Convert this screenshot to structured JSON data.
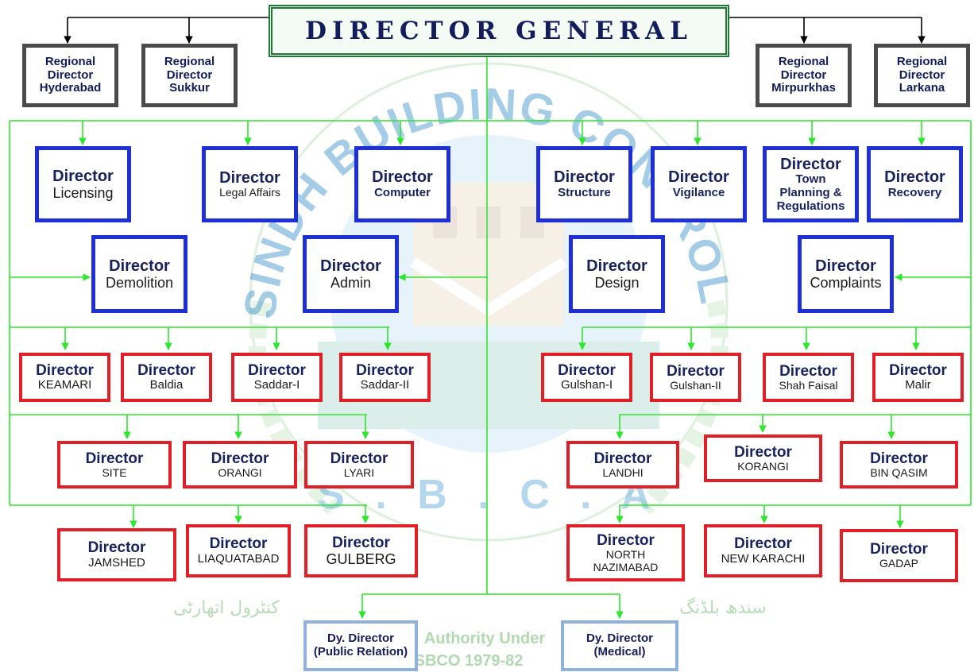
{
  "colors": {
    "connector": "#2ee62e",
    "top_connector": "#000000",
    "dg_border": "#1f7a35",
    "regional_border": "#4a4a4a",
    "core_border": "#1f2fd6",
    "zone_border": "#e11f27",
    "deputy_border": "#8fb1de"
  },
  "watermark": {
    "ring_text": "SINDH BUILDING CONTROL AUTHORITY",
    "initials": "S . B . C . A",
    "urdu_left": "کنٹرول اتھارٹی",
    "urdu_right": "سندھ بلڈنگ",
    "authority_line": "Authority Under",
    "year_line": "SBCO 1979-82"
  },
  "chart": {
    "head": "DIRECTOR GENERAL",
    "regional": [
      {
        "l1": "Regional",
        "l2": "Director",
        "l3": "Hyderabad"
      },
      {
        "l1": "Regional",
        "l2": "Director",
        "l3": "Sukkur"
      },
      {
        "l1": "Regional",
        "l2": "Director",
        "l3": "Mirpurkhas"
      },
      {
        "l1": "Regional",
        "l2": "Director",
        "l3": "Larkana"
      }
    ],
    "core": [
      {
        "a": "Director",
        "b": "Licensing"
      },
      {
        "a": "Director",
        "b": "Legal Affairs"
      },
      {
        "a": "Director",
        "b": "Computer"
      },
      {
        "a": "Director",
        "b": "Structure"
      },
      {
        "a": "Director",
        "b": "Vigilance"
      },
      {
        "a": "Director",
        "b1": "Town",
        "b2": "Planning &",
        "b3": "Regulations"
      },
      {
        "a": "Director",
        "b": "Recovery"
      },
      {
        "a": "Director",
        "b": "Demolition"
      },
      {
        "a": "Director",
        "b": "Admin"
      },
      {
        "a": "Director",
        "b": "Design"
      },
      {
        "a": "Director",
        "b": "Complaints"
      }
    ],
    "zones": [
      {
        "a": "Director",
        "b": "KEAMARI"
      },
      {
        "a": "Director",
        "b": "Baldia"
      },
      {
        "a": "Director",
        "b": "Saddar-I"
      },
      {
        "a": "Director",
        "b": "Saddar-II"
      },
      {
        "a": "Director",
        "b": "Gulshan-I"
      },
      {
        "a": "Director",
        "b": "Gulshan-II"
      },
      {
        "a": "Director",
        "b": "Shah Faisal"
      },
      {
        "a": "Director",
        "b": "Malir"
      },
      {
        "a": "Director",
        "b": "SITE"
      },
      {
        "a": "Director",
        "b": "ORANGI"
      },
      {
        "a": "Director",
        "b": "LYARI"
      },
      {
        "a": "Director",
        "b": "LANDHI"
      },
      {
        "a": "Director",
        "b": "KORANGI"
      },
      {
        "a": "Director",
        "b": "BIN QASIM"
      },
      {
        "a": "Director",
        "b": "JAMSHED"
      },
      {
        "a": "Director",
        "b": "LIAQUATABAD"
      },
      {
        "a": "Director",
        "b": "GULBERG"
      },
      {
        "a": "Director",
        "b1": "NORTH",
        "b2": "NAZIMABAD"
      },
      {
        "a": "Director",
        "b": "NEW KARACHI"
      },
      {
        "a": "Director",
        "b": "GADAP"
      }
    ],
    "deputies": [
      {
        "l1": "Dy. Director",
        "l2": "(Public Relation)"
      },
      {
        "l1": "Dy. Director",
        "l2": "(Medical)"
      }
    ]
  }
}
